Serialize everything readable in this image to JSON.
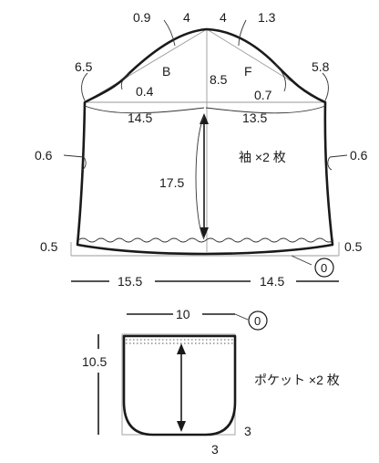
{
  "sleeve": {
    "label": "袖 ×2 枚",
    "cap_edge_left": "0.9",
    "cap_top_left": "4",
    "cap_top_right": "4",
    "cap_edge_right": "1.3",
    "back_mark": "B",
    "front_mark": "F",
    "cap_height": "8.5",
    "cap_left_diag": "6.5",
    "cap_right_diag": "5.8",
    "cap_left_curve": "0.4",
    "cap_right_curve": "0.7",
    "width_left": "14.5",
    "width_right": "13.5",
    "length": "17.5",
    "side_left": "0.6",
    "side_right": "0.6",
    "hem_left": "0.5",
    "hem_right": "0.5",
    "bottom_left": "15.5",
    "bottom_right": "14.5",
    "seam_allowance": "0"
  },
  "pocket": {
    "label": "ポケット ×2 枚",
    "width": "10",
    "height": "10.5",
    "corner_side": "3",
    "corner_bottom": "3",
    "seam_allowance": "0"
  }
}
